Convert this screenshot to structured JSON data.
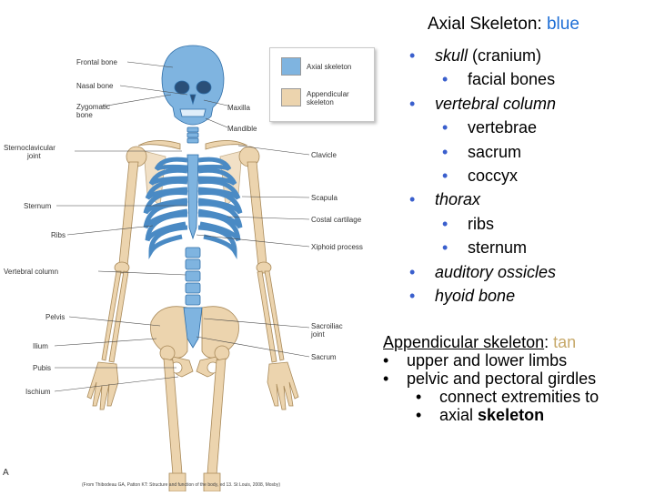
{
  "figure": {
    "labels_left": {
      "frontal": "Frontal bone",
      "nasal": "Nasal bone",
      "zygomatic_1": "Zygomatic",
      "zygomatic_2": "bone",
      "sternoclavicular_1": "Sternoclavicular",
      "sternoclavicular_2": "joint",
      "sternum": "Sternum",
      "ribs": "Ribs",
      "vertebral_column": "Vertebral column",
      "pelvis": "Pelvis",
      "ilium": "Ilium",
      "pubis": "Pubis",
      "ischium": "Ischium"
    },
    "labels_right": {
      "maxilla": "Maxilla",
      "mandible": "Mandible",
      "clavicle": "Clavicle",
      "scapula": "Scapula",
      "costal_cartilage": "Costal cartilage",
      "xiphoid_process": "Xiphoid process",
      "sacroiliac_1": "Sacroiliac",
      "sacroiliac_2": "joint",
      "sacrum": "Sacrum"
    },
    "legend": {
      "axial_label": "Axial skeleton",
      "appendicular_label_1": "Appendicular",
      "appendicular_label_2": "skeleton",
      "axial_color": "#7fb4e0",
      "appendicular_color": "#ecd4ae"
    },
    "panel_letter": "A",
    "credit": "(From Thibodeau GA, Patton KT: Structure and function of the body, ed 13. St Louis, 2008, Mosby)"
  },
  "slide": {
    "title_prefix": "Axial Skeleton: ",
    "title_color_word": "blue",
    "axial_items": [
      {
        "level": 1,
        "text": "skull",
        "suffix": " (cranium)",
        "italic": true
      },
      {
        "level": 2,
        "text": "facial bones"
      },
      {
        "level": 1,
        "text": "vertebral column",
        "italic": true
      },
      {
        "level": 2,
        "text": "vertebrae"
      },
      {
        "level": 2,
        "text": "sacrum"
      },
      {
        "level": 2,
        "text": "coccyx"
      },
      {
        "level": 1,
        "text": "thorax",
        "italic": true
      },
      {
        "level": 2,
        "text": "ribs"
      },
      {
        "level": 2,
        "text": "sternum"
      },
      {
        "level": 1,
        "text": "auditory ossicles",
        "italic": true
      },
      {
        "level": 1,
        "text": "hyoid bone",
        "italic": true
      }
    ],
    "bullet": "•",
    "appendicular_heading": "Appendicular skeleton",
    "appendicular_colon": ": ",
    "appendicular_color_word": "tan",
    "appendicular_items": [
      {
        "level": 1,
        "text": "upper and lower limbs"
      },
      {
        "level": 1,
        "text": "pelvic and pectoral girdles"
      },
      {
        "level": 2,
        "text": "connect extremities to"
      },
      {
        "level": 2,
        "text": "axial ",
        "bold_tail": "skeleton"
      }
    ]
  }
}
